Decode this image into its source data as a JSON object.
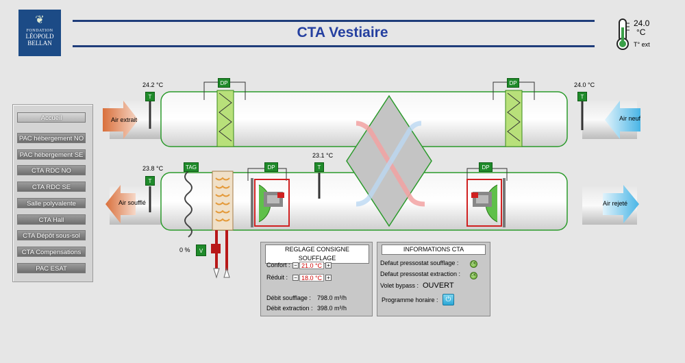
{
  "header": {
    "title": "CTA Vestiaire",
    "logo": {
      "line1": "FONDATION",
      "line2": "LÉOPOLD",
      "line3": "BELLAN"
    },
    "outside_temp": {
      "value": "24.0",
      "unit": "°C",
      "label": "T° ext"
    }
  },
  "menu": {
    "items": [
      {
        "label": "Accueil"
      },
      {
        "label": "PAC hébergement NO"
      },
      {
        "label": "PAC hébergement SE"
      },
      {
        "label": "CTA RDC NO"
      },
      {
        "label": "CTA RDC SE"
      },
      {
        "label": "Salle polyvalente"
      },
      {
        "label": "CTA Hall"
      },
      {
        "label": "CTA Dépôt sous-sol"
      },
      {
        "label": "CTA Compensations"
      },
      {
        "label": "PAC ESAT"
      }
    ]
  },
  "diagram": {
    "air_extrait": "Air extrait",
    "air_neuf": "Air neuf",
    "air_souffle": "Air soufflé",
    "air_rejete": "Air rejeté",
    "temp_extrait": "24.2 °C",
    "temp_neuf": "24.0 °C",
    "temp_souffle": "23.8 °C",
    "temp_mid": "23.1 °C",
    "sensor_t": "T",
    "sensor_dp": "DP",
    "sensor_tag": "TAG",
    "valve_label": "V",
    "valve_pct": "0 %"
  },
  "consigne": {
    "title": "REGLAGE CONSIGNE SOUFFLAGE",
    "confort_label": "Confort :",
    "confort_value": "21.0 °C",
    "reduit_label": "Réduit :",
    "reduit_value": "18.0 °C",
    "minus": "−",
    "plus": "+",
    "debit_souffl_label": "Débit soufflage :",
    "debit_souffl_value": "798.0 m³/h",
    "debit_extr_label": "Débit extraction :",
    "debit_extr_value": "398.0 m³/h"
  },
  "info": {
    "title": "INFORMATIONS CTA",
    "pressostat_souffl": "Defaut pressostat soufflage :",
    "pressostat_extr": "Defaut pressostat extraction :",
    "led_label": "OK",
    "volet_label": "Volet bypass :",
    "volet_value": "OUVERT",
    "programme_label": "Programme horaire :",
    "power_icon": "⏻"
  },
  "colors": {
    "accent": "#2540a0",
    "sensor": "#1f8a2a",
    "setpoint": "#cc0000"
  }
}
